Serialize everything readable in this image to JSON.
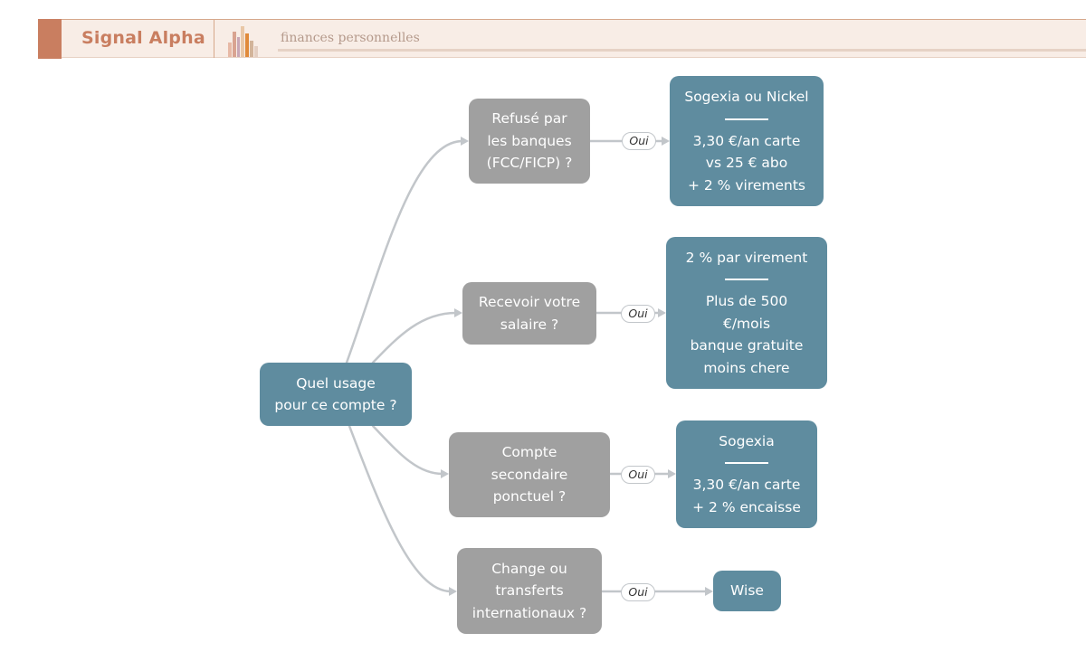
{
  "header": {
    "brand": "Signal Alpha",
    "subtitle": "finances personnelles"
  },
  "colors": {
    "brand": "#c97e60",
    "question_node": "#a0a0a0",
    "answer_node": "#5f8c9f",
    "connector": "#c2c6ca"
  },
  "diagram": {
    "root": {
      "lines": [
        "Quel usage",
        "pour ce compte ?"
      ]
    },
    "branches": [
      {
        "question": [
          "Refusé par",
          "les banques",
          "(FCC/FICP) ?"
        ],
        "edge_label": "Oui",
        "answer_title": "Sogexia ou Nickel",
        "answer_body": [
          "3,30 €/an carte",
          "vs 25 € abo",
          "+ 2 % virements"
        ]
      },
      {
        "question": [
          "Recevoir votre",
          "salaire ?"
        ],
        "edge_label": "Oui",
        "answer_title": "2 % par virement",
        "answer_body": [
          "Plus de 500",
          "€/mois",
          "banque gratuite",
          "moins chere"
        ]
      },
      {
        "question": [
          "Compte",
          "secondaire",
          "ponctuel ?"
        ],
        "edge_label": "Oui",
        "answer_title": "Sogexia",
        "answer_body": [
          "3,30 €/an carte",
          "+ 2 % encaisse"
        ]
      },
      {
        "question": [
          "Change ou",
          "transferts",
          "internationaux ?"
        ],
        "edge_label": "Oui",
        "answer_title": "Wise",
        "answer_body": []
      }
    ]
  }
}
